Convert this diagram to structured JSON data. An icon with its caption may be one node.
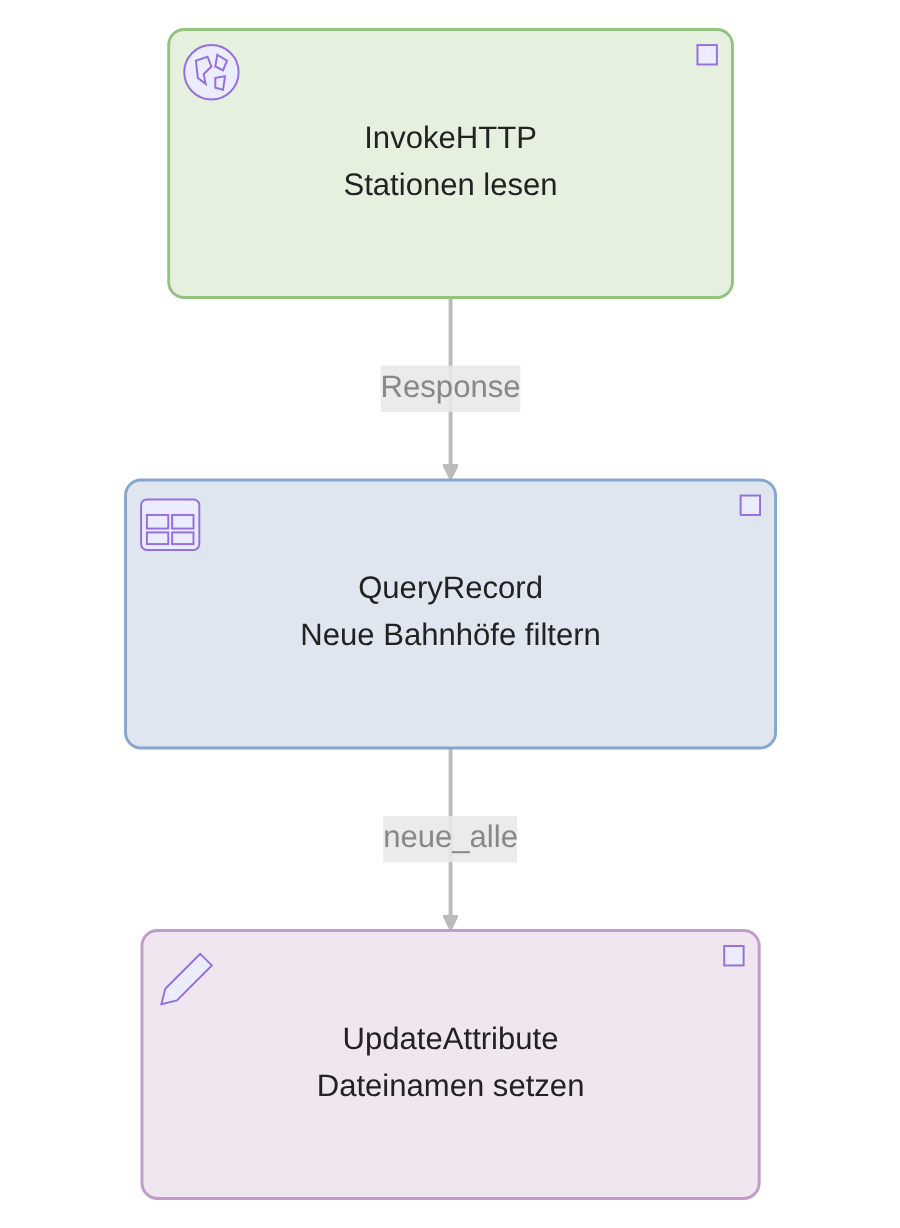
{
  "diagram": {
    "nodes": [
      {
        "text": [
          "InvokeHTTP",
          "Stationen lesen"
        ]
      },
      {
        "text": [
          "QueryRecord",
          "Neue Bahnhöfe filtern"
        ]
      },
      {
        "text": [
          "UpdateAttribute",
          "Dateinamen setzen"
        ]
      }
    ],
    "edges": [
      {
        "from": 0,
        "to": 1,
        "label": "Response",
        "arrow": "to"
      },
      {
        "from": 1,
        "to": 2,
        "label": "neue_alle",
        "arrow": "to"
      }
    ]
  }
}
